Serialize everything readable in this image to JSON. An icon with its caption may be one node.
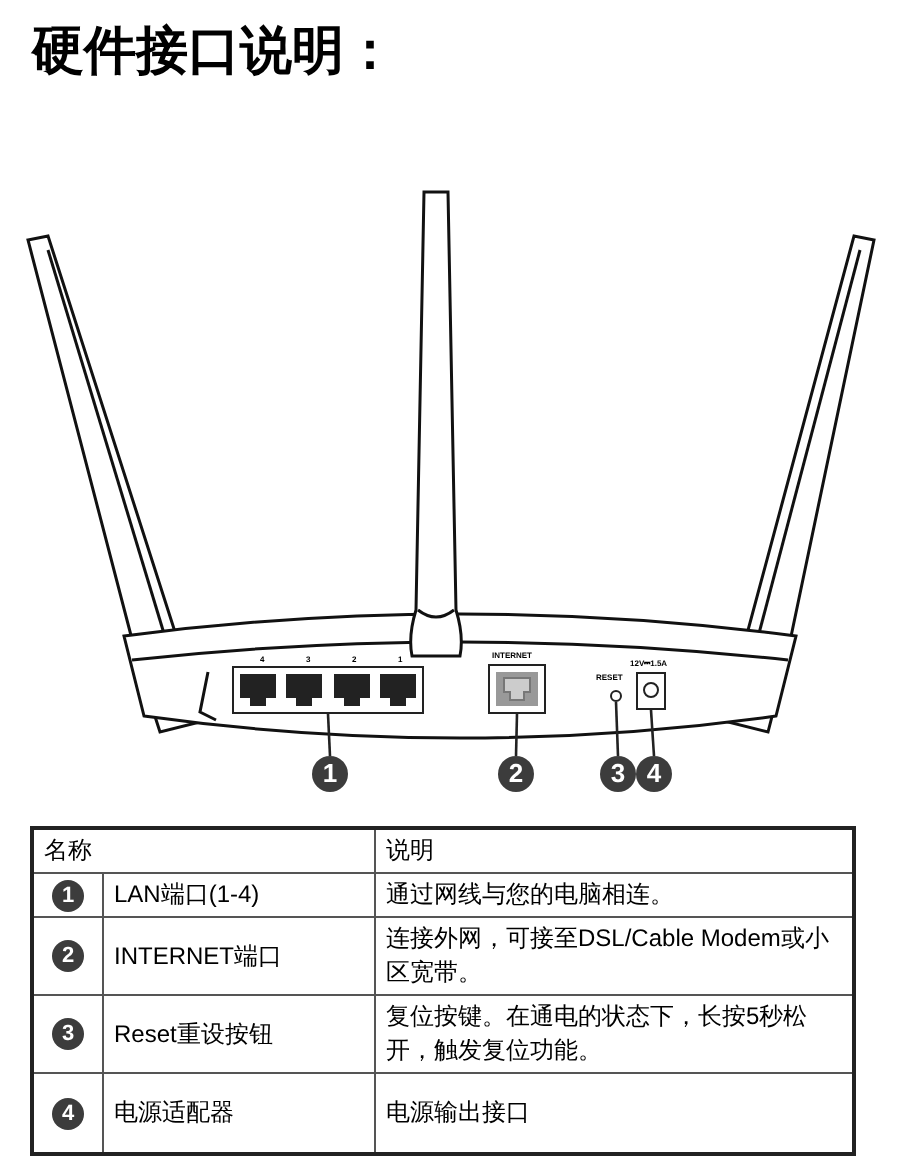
{
  "diagram": {
    "title": "硬件接口说明：",
    "nodes": [
      {
        "text": [
          "1"
        ]
      },
      {
        "text": [
          "2"
        ]
      },
      {
        "text": [
          "3"
        ]
      },
      {
        "text": [
          "4"
        ]
      },
      {
        "text": [],
        "shape": "box",
        "beside": [
          "4",
          "3",
          "2",
          "1"
        ]
      },
      {
        "text": [],
        "shape": "box",
        "beside": [
          "INTERNET"
        ]
      },
      {
        "text": [],
        "shape": "circle",
        "beside": [
          "RESET"
        ]
      },
      {
        "text": [],
        "shape": "box",
        "beside": [
          "12V⎓1.5A"
        ]
      },
      {
        "text": [
          "1"
        ]
      },
      {
        "text": [
          "2"
        ]
      },
      {
        "text": [
          "3"
        ]
      },
      {
        "text": [
          "4"
        ]
      }
    ],
    "edges": [
      {
        "from": 0,
        "to": 4,
        "arrow": "none"
      },
      {
        "from": 1,
        "to": 5,
        "arrow": "none"
      },
      {
        "from": 2,
        "to": 6,
        "arrow": "none"
      },
      {
        "from": 3,
        "to": 7,
        "arrow": "none"
      }
    ],
    "labels": [
      "名称",
      "说明",
      "LAN端口(1-4)",
      "通过网线与您的电脑相连。",
      "INTERNET端口",
      "连接外网，可接至DSL/Cable Modem或小区宽带。",
      "Reset重设按钮",
      "复位按键。在通电的状态下，长按5秒松开，触发复位功能。",
      "电源适配器",
      "电源输出接口"
    ]
  }
}
